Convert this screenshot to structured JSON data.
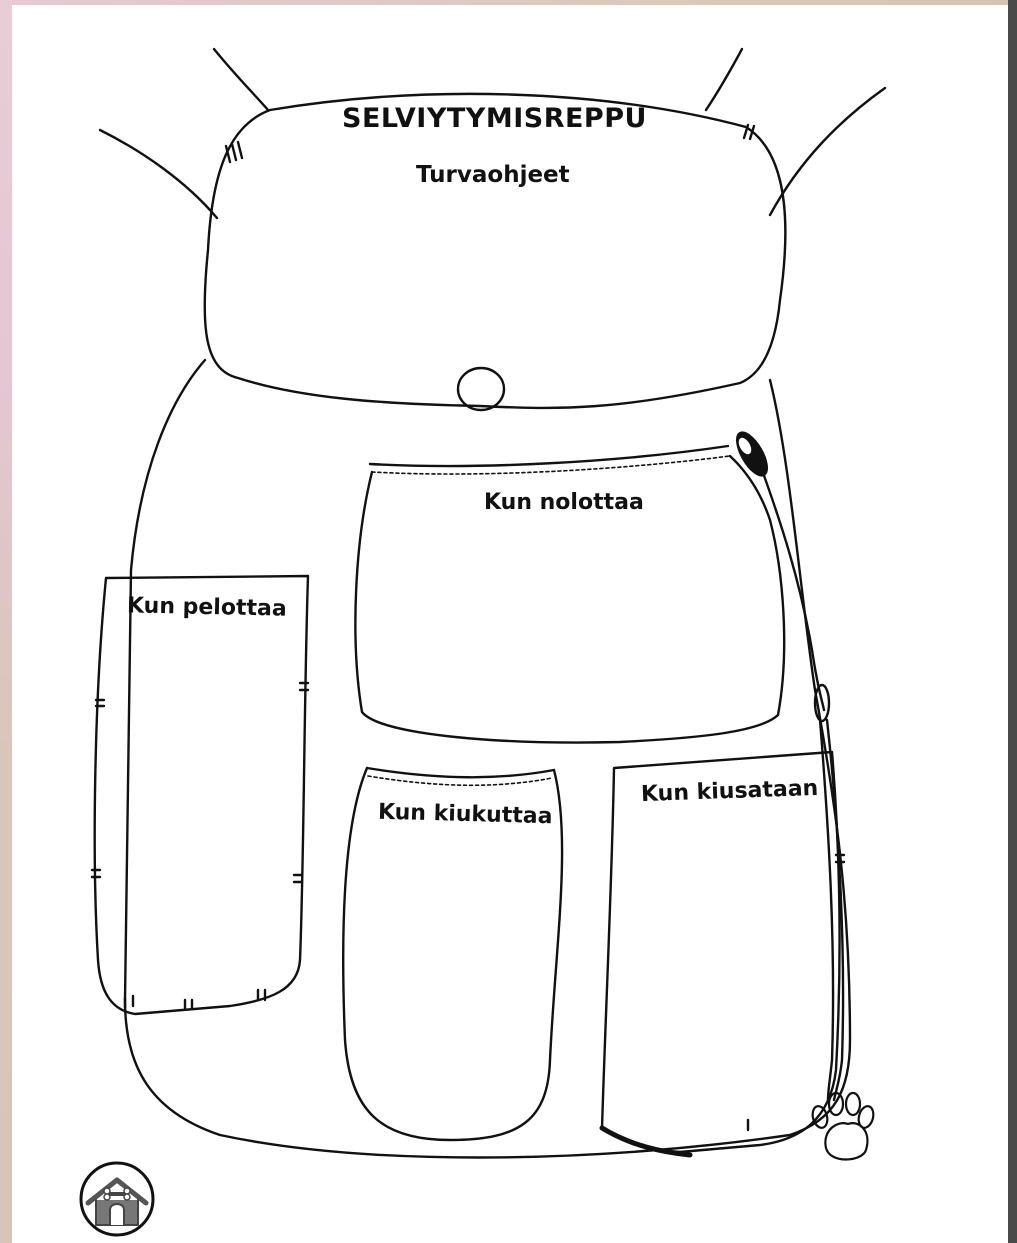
{
  "backpack": {
    "title": "SELVIYTYMISREPPU",
    "subtitle": "Turvaohjeet",
    "pockets": {
      "nolottaa": "Kun nolottaa",
      "pelottaa": "Kun pelottaa",
      "kiukuttaa": "Kun kiukuttaa",
      "kiusataan": "Kun kiusataan"
    }
  },
  "icons": {
    "home": "doghouse-icon",
    "paw": "paw-print-icon"
  }
}
